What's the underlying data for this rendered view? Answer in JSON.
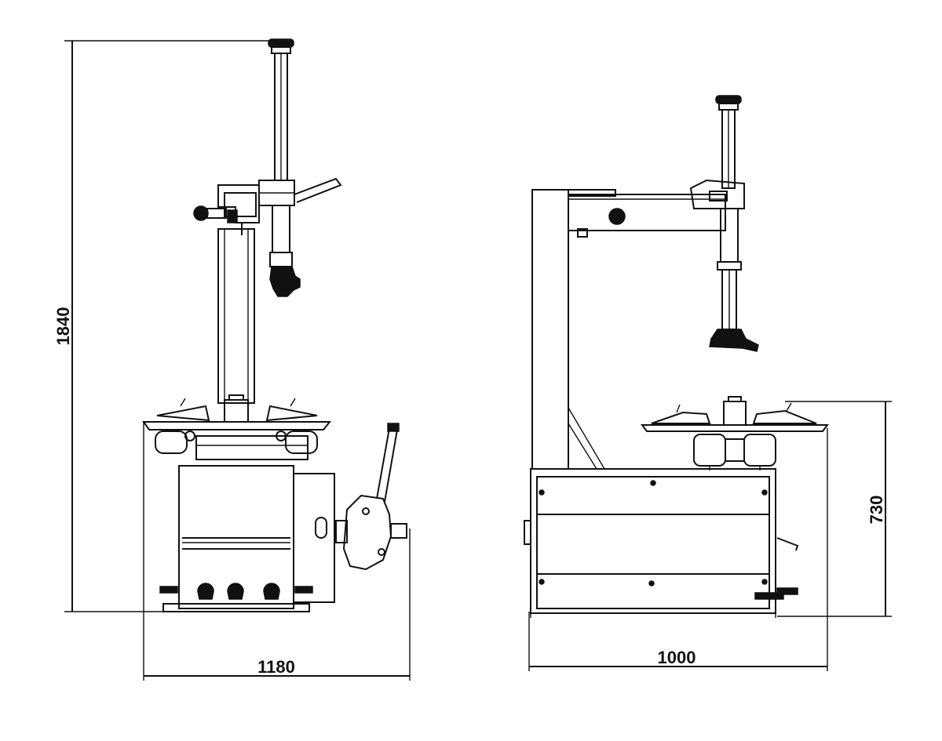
{
  "dimensions": {
    "front_width": "1180",
    "overall_height": "1840",
    "side_depth": "1000",
    "table_height": "730"
  }
}
